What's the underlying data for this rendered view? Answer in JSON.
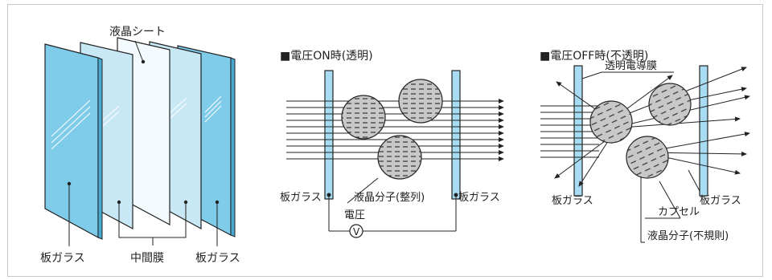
{
  "colors": {
    "glass_dark": "#7ecbea",
    "glass_light": "#c9e8f6",
    "film": "#e8f6fc",
    "lc_sheet": "#f4fbfe",
    "glass_bar": "#a8dcf2",
    "sphere_fill": "#c8c8c8",
    "line": "#222222",
    "frame": "#c8c8c8"
  },
  "left_panel": {
    "label_lc_sheet": "液晶シート",
    "label_glass_left": "板ガラス",
    "label_interlayer": "中間膜",
    "label_glass_right": "板ガラス"
  },
  "middle_panel": {
    "title": "■電圧ON時(透明)",
    "label_glass_left": "板ガラス",
    "label_glass_right": "板ガラス",
    "label_lc_aligned": "液晶分子(整列)",
    "label_voltage": "電圧",
    "voltmeter_symbol": "V"
  },
  "right_panel": {
    "title": "■電圧OFF時(不透明)",
    "label_film": "透明電導膜",
    "label_glass_left": "板ガラス",
    "label_glass_right": "板ガラス",
    "label_capsule": "カプセル",
    "label_lc_random": "液晶分子(不規則)"
  }
}
